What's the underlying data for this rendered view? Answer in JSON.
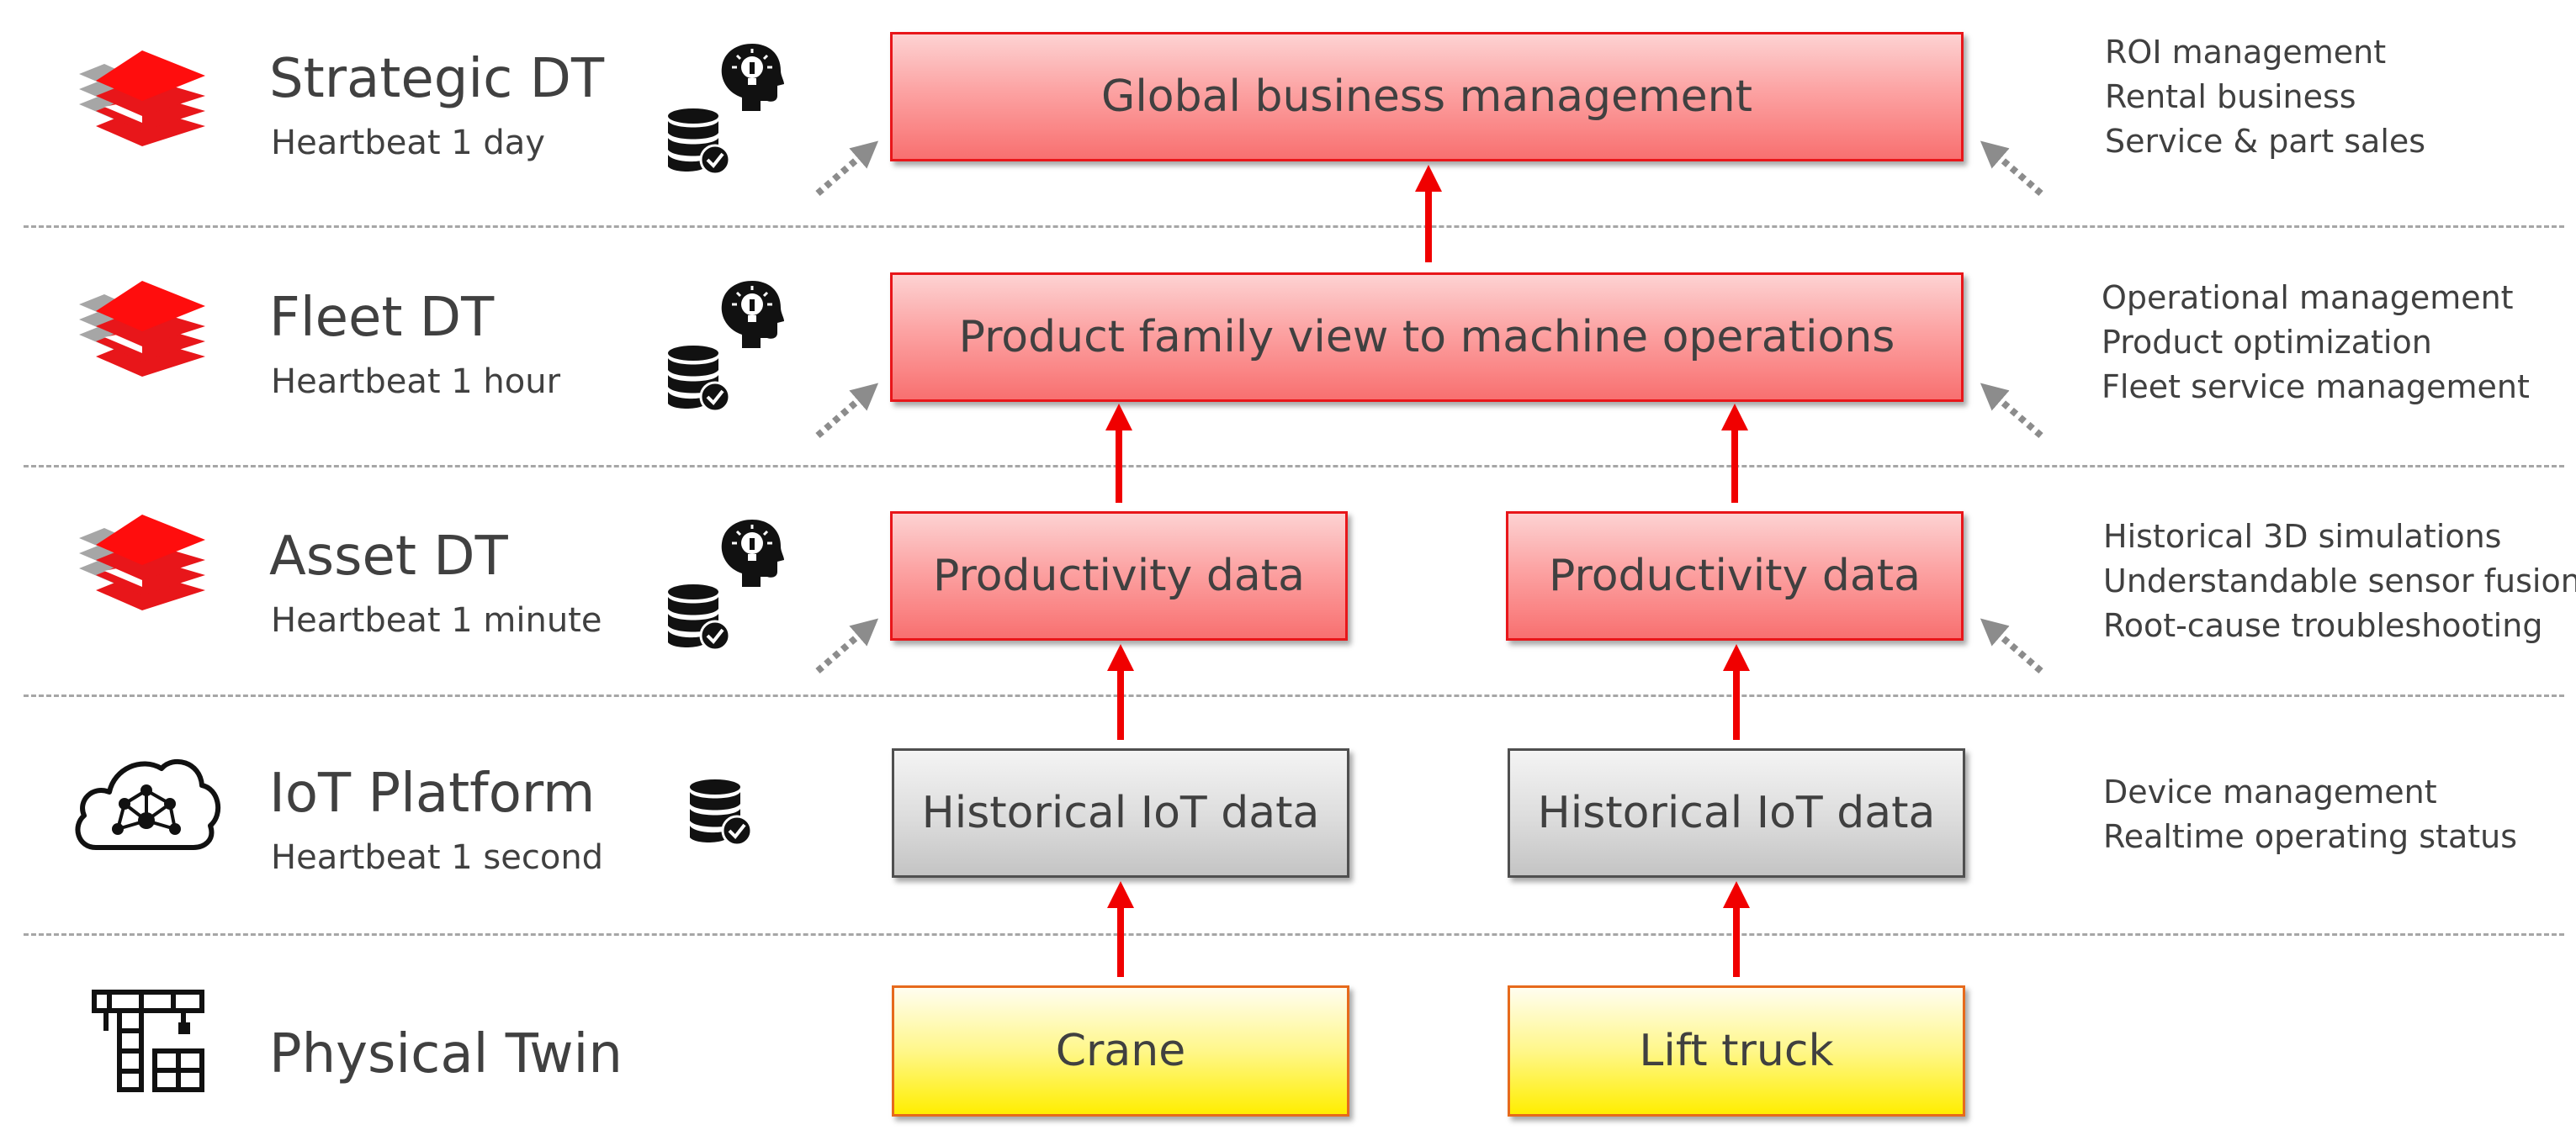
{
  "colors": {
    "flow_arrow": "#f00000",
    "feedback_arrow": "#8c8c8c",
    "twin_layer_red": "#e8161a",
    "twin_layer_gray": "#9e9e9e",
    "divider": "#a6a6a6"
  },
  "rows": [
    {
      "id": "strategic",
      "title": "Strategic DT",
      "heartbeat": "Heartbeat 1 day",
      "row_icon": "layered-twin-icon",
      "side_icons": [
        "ai-brain-head-icon",
        "database-check-icon"
      ],
      "boxes": [
        "Global business management"
      ],
      "descriptions": [
        "ROI management",
        "Rental business",
        "Service & part sales"
      ]
    },
    {
      "id": "fleet",
      "title": "Fleet DT",
      "heartbeat": "Heartbeat 1 hour",
      "row_icon": "layered-twin-icon",
      "side_icons": [
        "ai-brain-head-icon",
        "database-check-icon"
      ],
      "boxes": [
        "Product family view to machine operations"
      ],
      "descriptions": [
        "Operational management",
        "Product optimization",
        "Fleet service management"
      ]
    },
    {
      "id": "asset",
      "title": "Asset DT",
      "heartbeat": "Heartbeat 1 minute",
      "row_icon": "layered-twin-icon",
      "side_icons": [
        "ai-brain-head-icon",
        "database-check-icon"
      ],
      "boxes": [
        "Productivity data",
        "Productivity data"
      ],
      "descriptions": [
        "Historical 3D simulations",
        "Understandable sensor fusion",
        "Root-cause troubleshooting"
      ]
    },
    {
      "id": "iot",
      "title": "IoT Platform",
      "heartbeat": "Heartbeat 1 second",
      "row_icon": "cloud-network-icon",
      "side_icons": [
        "database-check-icon"
      ],
      "boxes": [
        "Historical IoT data",
        "Historical IoT data"
      ],
      "descriptions": [
        "Device management",
        "Realtime operating status"
      ]
    },
    {
      "id": "physical",
      "title": "Physical Twin",
      "heartbeat": "",
      "row_icon": "crane-icon",
      "side_icons": [],
      "boxes": [
        "Crane",
        "Lift truck"
      ],
      "descriptions": []
    }
  ]
}
